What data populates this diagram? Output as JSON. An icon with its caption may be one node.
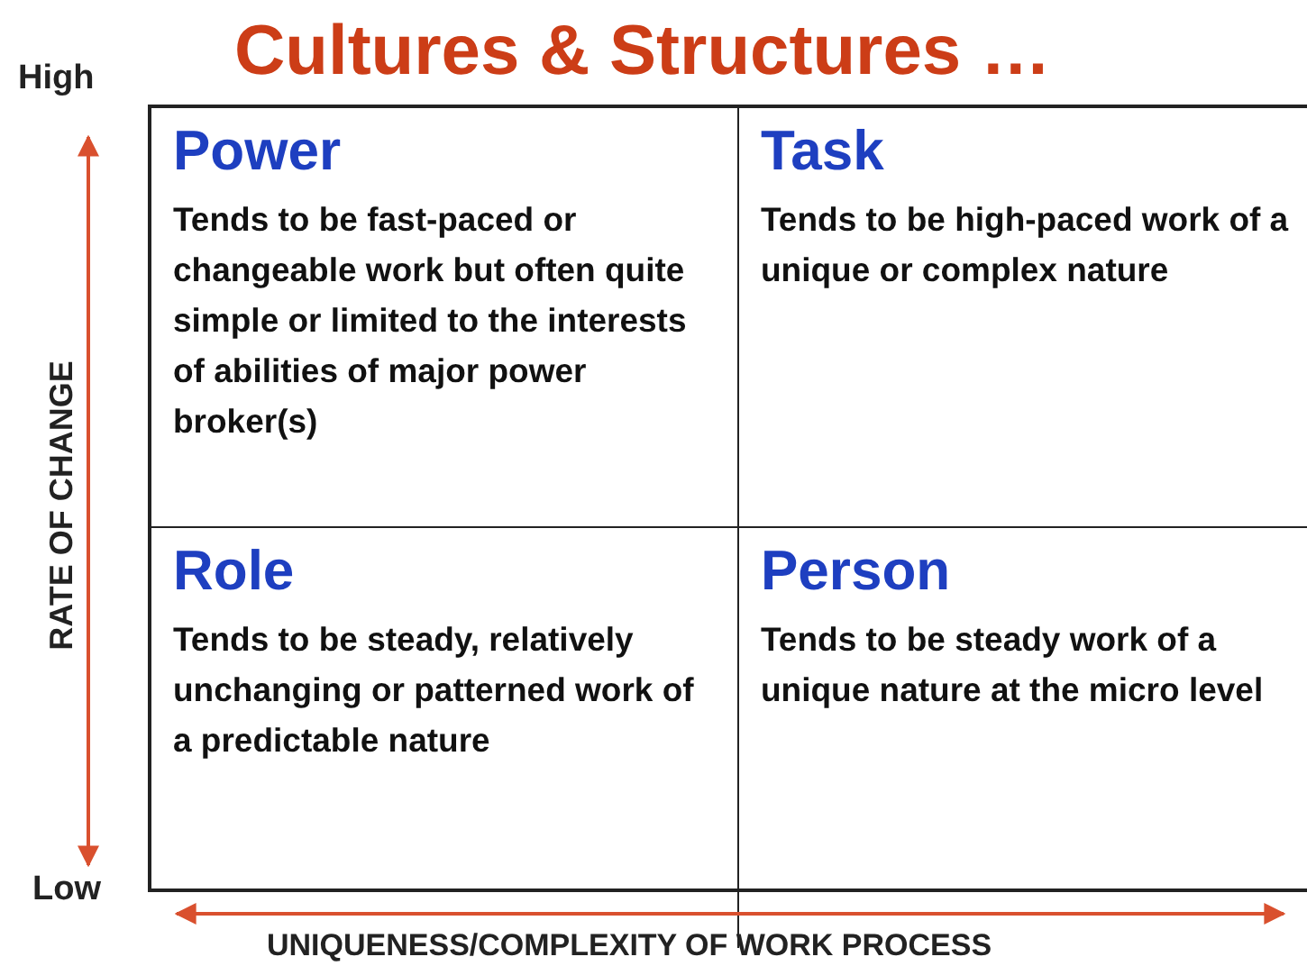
{
  "diagram": {
    "title": "Cultures & Structures …",
    "nodes": [
      {
        "text": [
          "Power",
          "Tends to be fast-paced or changeable work but often quite simple or limited to the interests of abilities of major power broker(s)"
        ]
      },
      {
        "text": [
          "Task",
          "Tends to be high-paced work of a unique or complex nature"
        ]
      },
      {
        "text": [
          "Role",
          "Tends to be steady, relatively unchanging or patterned work of a predictable nature"
        ]
      },
      {
        "text": [
          "Person",
          "Tends to be steady work of a unique nature at the micro level"
        ]
      }
    ],
    "labels": [
      "High",
      "RATE OF CHANGE",
      "Low",
      "UNIQUENESS/COMPLEXITY OF WORK PROCESS"
    ]
  }
}
